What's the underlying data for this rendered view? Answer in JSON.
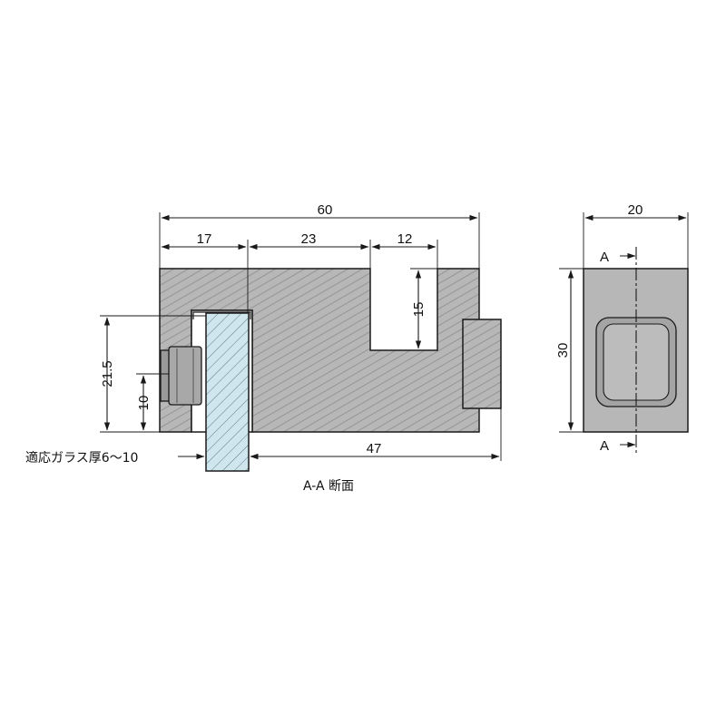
{
  "section_view": {
    "dims": {
      "overall_length": "60",
      "glass_offset": "17",
      "middle_length": "23",
      "slot_width": "12",
      "slot_depth": "15",
      "screw_span": "21.5",
      "screw_size": "10",
      "base_length": "47"
    },
    "glass_note": "適応ガラス厚6～10",
    "caption": "A-A 断面"
  },
  "front_view": {
    "dims": {
      "width": "20",
      "height": "30"
    },
    "section_mark_top": "A",
    "section_mark_bottom": "A"
  },
  "colors": {
    "body_fill": "#b7b7b7",
    "hatch": "#8c8c8c",
    "glass_fill": "#cfe6ee",
    "glass_hatch": "#4d6f7a",
    "screw_fill": "#9a9a9a",
    "line": "#1a1a1a"
  }
}
